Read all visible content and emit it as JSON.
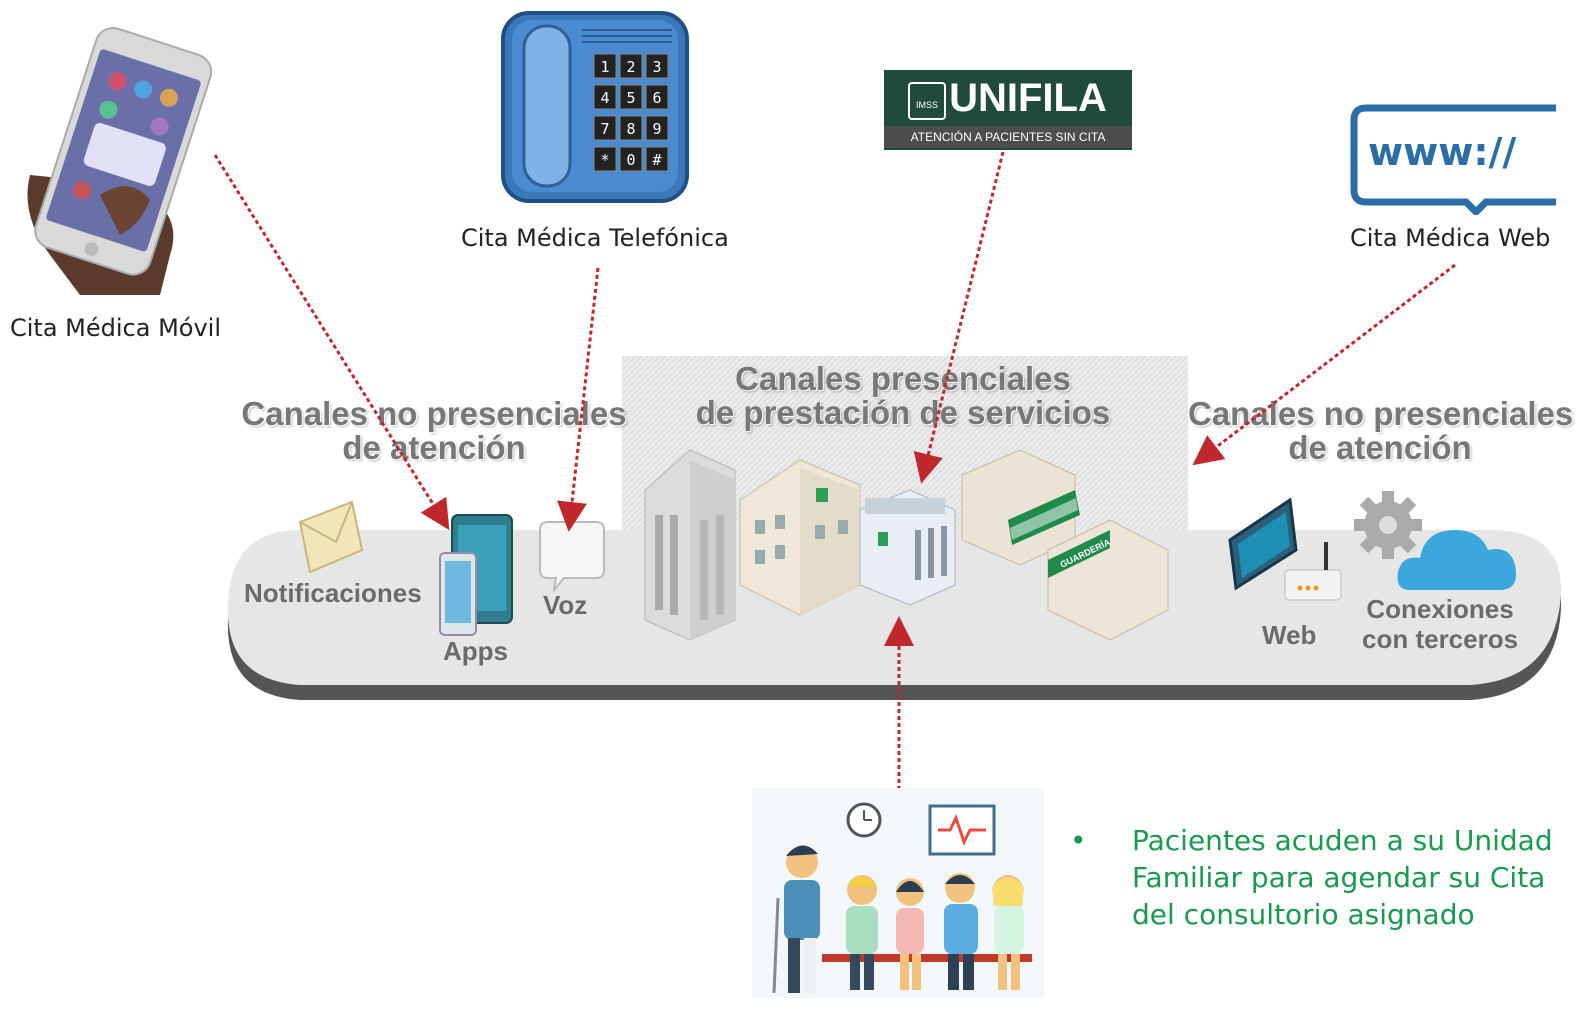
{
  "captions": {
    "movil": "Cita Médica Móvil",
    "telefonica": "Cita Médica Telefónica",
    "web": "Cita Médica Web"
  },
  "unifila": {
    "logo_text": "IMSS",
    "title": "UNIFILA",
    "subtitle": "ATENCIÓN A PACIENTES SIN CITA"
  },
  "web_badge": {
    "text": "www://"
  },
  "phone_keys": [
    "1",
    "2",
    "3",
    "4",
    "5",
    "6",
    "7",
    "8",
    "9",
    "*",
    "0",
    "#"
  ],
  "panel": {
    "left_title": [
      "Canales no presenciales",
      "de atención"
    ],
    "center_title": [
      "Canales presenciales",
      "de prestación de servicios"
    ],
    "right_title": [
      "Canales no presenciales",
      "de atención"
    ],
    "channels": {
      "notificaciones": "Notificaciones",
      "apps": "Apps",
      "voz": "Voz",
      "web": "Web",
      "conexiones": [
        "Conexiones",
        "con terceros"
      ]
    },
    "guarderia_sign": "GUARDERÍA"
  },
  "bullet": {
    "marker": "•",
    "lines": [
      "Pacientes acuden a su Unidad",
      "Familiar para agendar su Cita",
      "del consultorio asignado"
    ]
  },
  "colors": {
    "arrow": "#c0282d",
    "bullet_text": "#1a9a4e",
    "unifila_bg": "#1f4a3d",
    "panel_bg": "#e6e6e6"
  }
}
